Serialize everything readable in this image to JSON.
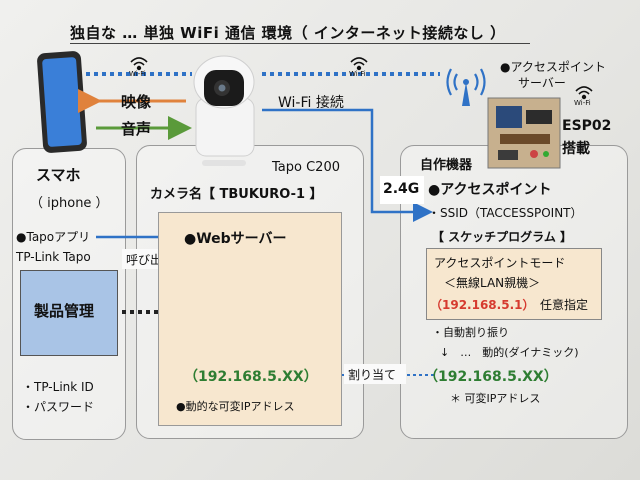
{
  "title": "独自な … 単独 WiFi 通信 環境（ インターネット接続なし ）",
  "wifi_icon_label": "Wi-Fi",
  "ap_label": {
    "line1": "●アクセスポイント",
    "line2": "サーバー"
  },
  "esp_label": {
    "line1": "ESP02",
    "line2": "搭載"
  },
  "link_video": "映像",
  "link_audio": "音声",
  "wifi_connect": "Wi-Fi 接続",
  "camera_model": "Tapo C200",
  "phone_panel": {
    "title": "スマホ",
    "subtitle": "（ iphone ）",
    "app_line1": "●Tapoアプリ",
    "app_line2": "TP-Link Tapo",
    "box_label": "製品管理",
    "cred1": "・TP-Link ID",
    "cred2": "・パスワード"
  },
  "call_label": "呼び出し",
  "camera_panel": {
    "name": "カメラ名【 TBUKURO-1 】",
    "server": "●Webサーバー",
    "ip": "（192.168.5.XX）",
    "note": "●動的な可変IPアドレス"
  },
  "band": "2.4G",
  "device_panel": {
    "title": "自作機器",
    "ap_title": "●アクセスポイント",
    "ssid": "・SSID（TACCESSPOINT）",
    "sketch": "【 スケッチプログラム 】",
    "mode_line1": "アクセスポイントモード",
    "mode_line2": "＜無線LAN親機＞",
    "mode_ip": "（192.168.5.1）",
    "mode_ip_note": "任意指定",
    "auto": "・自動割り振り",
    "dynamic": "↓　…　動的(ダイナミック)",
    "ip": "（192.168.5.XX）",
    "note": "＊ 可変IPアドレス"
  },
  "assign_label": "割り当て",
  "colors": {
    "blue": "#2f72c6",
    "orange": "#e0823c",
    "green": "#5a9a3a",
    "ip_green": "#2e7d32",
    "ip_red": "#d63a2f",
    "server_blue": "#2d6cb0"
  }
}
